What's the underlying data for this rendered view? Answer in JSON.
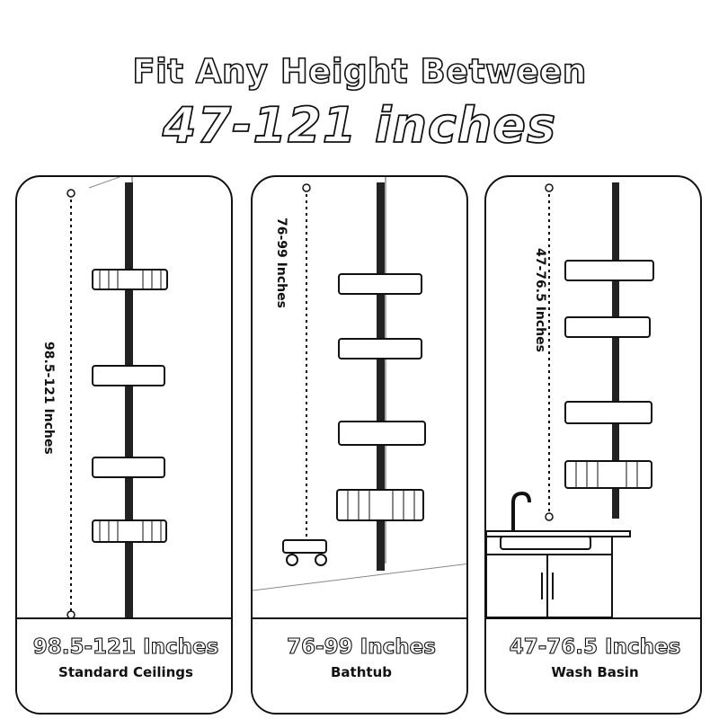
{
  "header": {
    "headline": "Fit Any Height Between",
    "range": "47-121 inches"
  },
  "cards": [
    {
      "size": "98.5-121 Inches",
      "place": "Standard Ceilings",
      "vertical_label": "98.5-121 Inches"
    },
    {
      "size": "76-99 Inches",
      "place": "Bathtub",
      "vertical_label": "76-99 Inches"
    },
    {
      "size": "47-76.5 Inches",
      "place": "Wash Basin",
      "vertical_label": "47-76.5 Inches"
    }
  ]
}
